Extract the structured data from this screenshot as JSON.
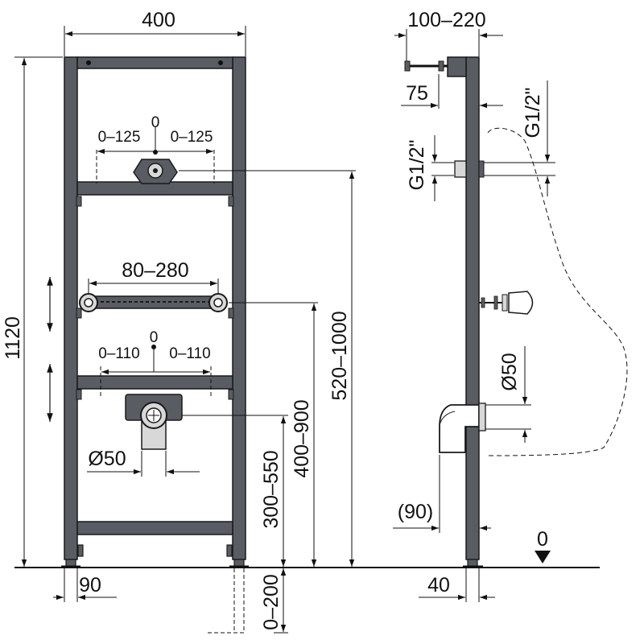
{
  "colors": {
    "frame": "#595d63",
    "frame_edge": "#1a1a1a",
    "line": "#111111",
    "background": "#ffffff"
  },
  "front": {
    "width": "400",
    "height": "1120",
    "foot": "90",
    "foot_adjust": "0–200",
    "upper_zero": "0",
    "upper_left": "0–125",
    "upper_right": "0–125",
    "bracket_span": "80–280",
    "lower_zero": "0",
    "lower_left": "0–110",
    "lower_right": "0–110",
    "drain_diameter": "Ø50",
    "dim_300": "300–550",
    "dim_400": "400–900",
    "dim_520": "520–1000"
  },
  "side": {
    "depth": "100–220",
    "offset": "75",
    "thread_left": "G1/2\"",
    "thread_right": "G1/2\"",
    "drain_diameter": "Ø50",
    "dim_90": "(90)",
    "foot": "40",
    "floor_zero": "0"
  }
}
